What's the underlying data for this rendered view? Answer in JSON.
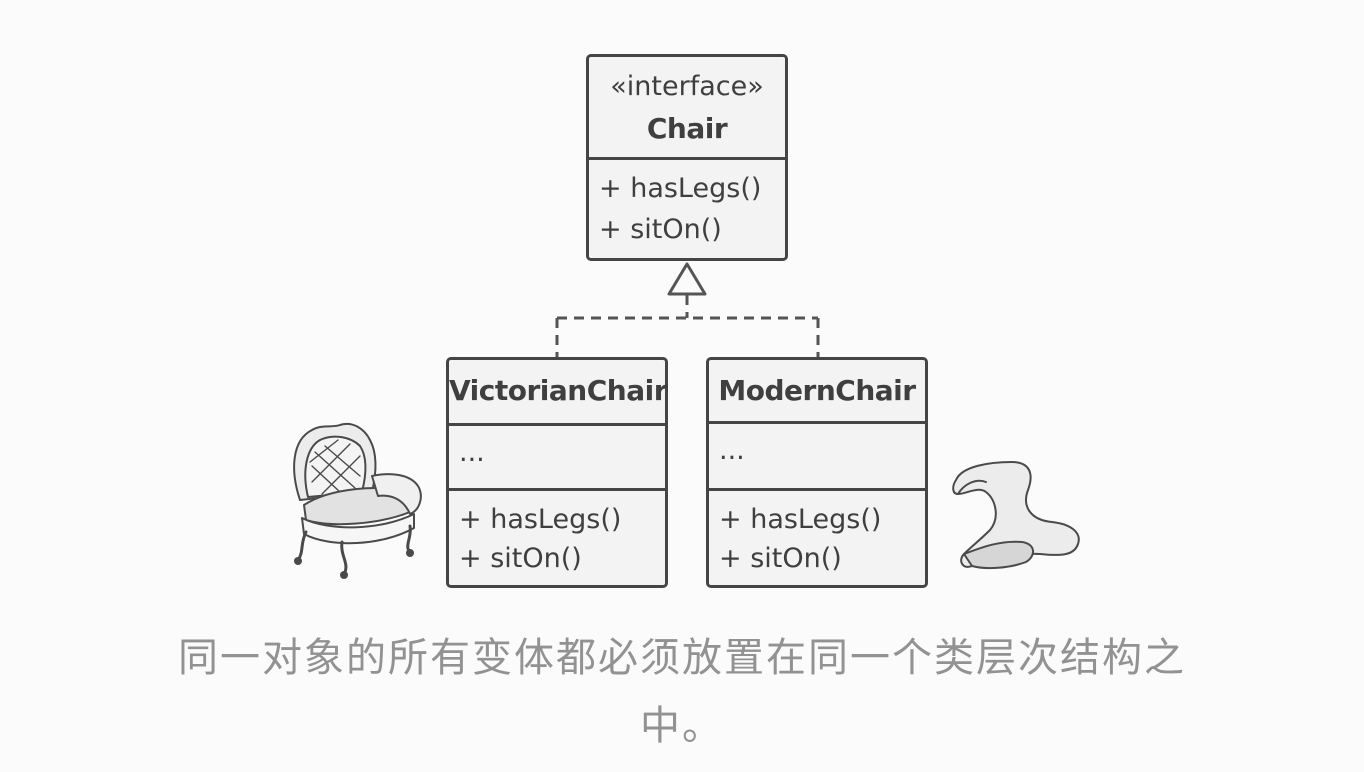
{
  "interface_box": {
    "stereotype": "«interface»",
    "name": "Chair",
    "methods": [
      "+ hasLegs()",
      "+ sitOn()"
    ]
  },
  "victorian_box": {
    "name": "VictorianChair",
    "fields": "...",
    "methods": [
      "+ hasLegs()",
      "+ sitOn()"
    ]
  },
  "modern_box": {
    "name": "ModernChair",
    "fields": "...",
    "methods": [
      "+ hasLegs()",
      "+ sitOn()"
    ]
  },
  "caption": "同一对象的所有变体都必须放置在同一个类层次结构之中。",
  "icons": {
    "left": "victorian-armchair-icon",
    "right": "modern-curved-chair-icon"
  },
  "colors": {
    "stroke": "#454545",
    "box_fill": "#f3f3f3",
    "caption": "#929292"
  }
}
